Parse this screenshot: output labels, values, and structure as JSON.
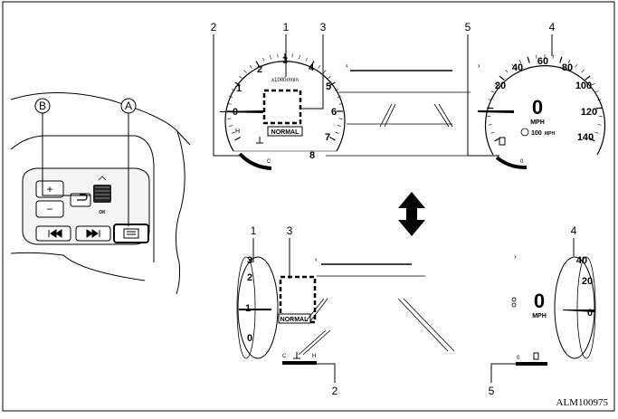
{
  "callouts": {
    "c1_top": "1",
    "c2_top": "2",
    "c3_top": "3",
    "c4_top": "4",
    "c5_top": "5",
    "c1_bottom": "1",
    "c2_bottom": "2",
    "c3_bottom": "3",
    "c4_bottom": "4",
    "c5_bottom": "5",
    "letter_a": "A",
    "letter_b": "B"
  },
  "steering_switch": {
    "plus": "+",
    "minus": "−",
    "ok": "OK"
  },
  "tachometer": {
    "ticks": [
      "0",
      "1",
      "2",
      "3",
      "4",
      "5",
      "6",
      "7",
      "8"
    ],
    "unit": "x1000r/min",
    "mode": "NORMAL",
    "temp_h": "H",
    "temp_c": "C"
  },
  "speedometer": {
    "ticks": [
      "20",
      "40",
      "60",
      "80",
      "100",
      "120",
      "140"
    ],
    "speed_value": "0",
    "speed_unit": "MPH",
    "cruise_value": "100",
    "cruise_unit": "MPH",
    "fuel_e": "0"
  },
  "compact_tach": {
    "ticks": [
      "3",
      "2",
      "1",
      "0"
    ],
    "mode": "NORMAL",
    "temp_c": "C",
    "temp_h": "H"
  },
  "compact_speedo": {
    "ticks": [
      "40",
      "20",
      "0"
    ],
    "speed_value": "0",
    "speed_unit": "MPH",
    "fuel_e": "0"
  },
  "figure_code": "ALM100975"
}
